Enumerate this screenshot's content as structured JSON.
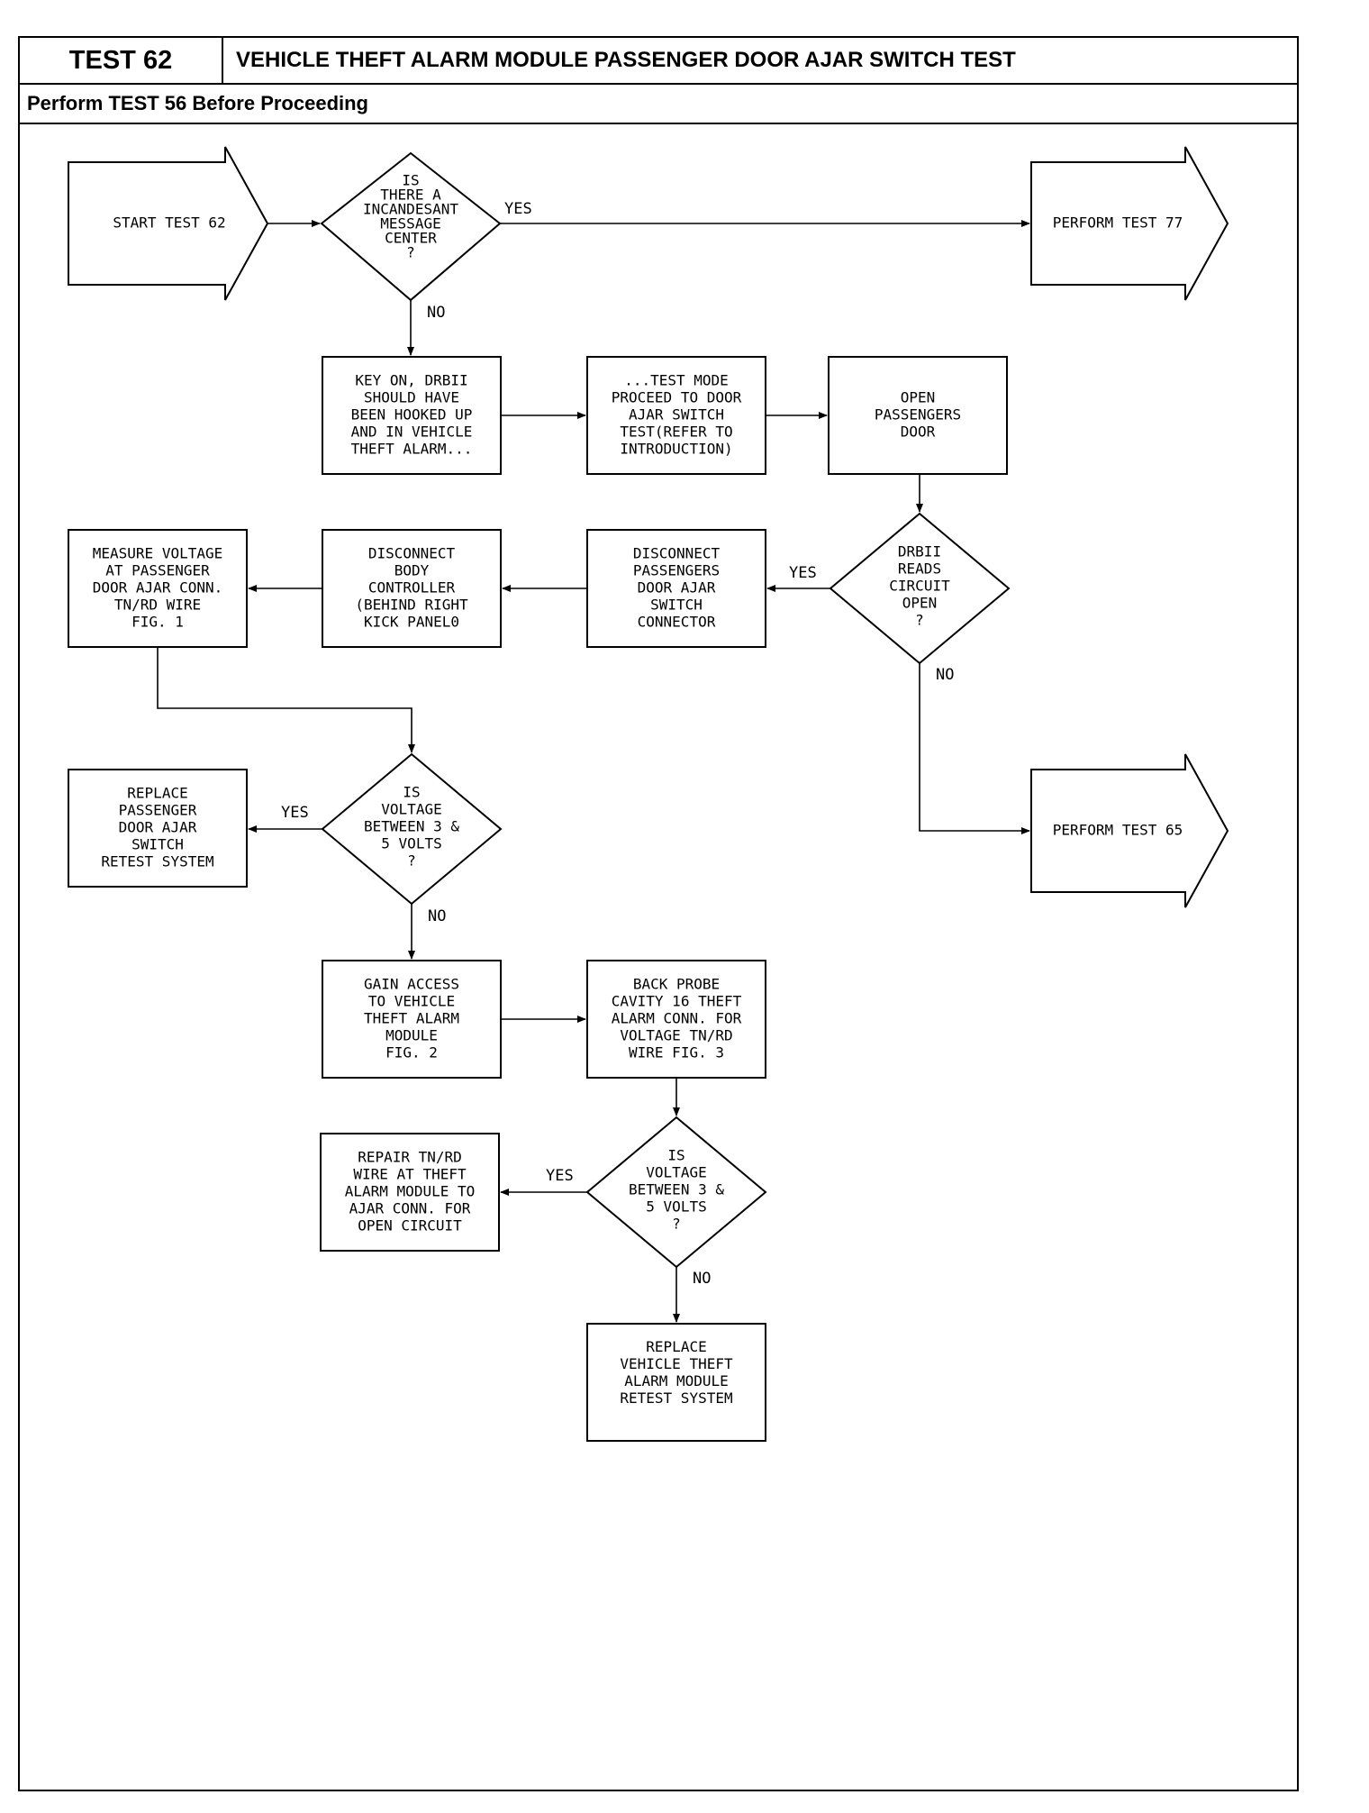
{
  "header": {
    "test_number": "TEST 62",
    "title": "VEHICLE THEFT ALARM MODULE PASSENGER DOOR AJAR SWITCH TEST",
    "subtitle": "Perform TEST 56 Before Proceeding"
  },
  "nodes": {
    "start": [
      "START TEST 62"
    ],
    "d1": [
      "IS",
      "THERE A",
      "INCANDESANT",
      "MESSAGE",
      "CENTER",
      "?"
    ],
    "perform77": [
      "PERFORM TEST 77"
    ],
    "keyon": [
      "KEY ON, DRBII",
      "SHOULD HAVE",
      "BEEN HOOKED UP",
      "AND IN VEHICLE",
      "THEFT ALARM..."
    ],
    "testmode": [
      "...TEST MODE",
      "PROCEED TO DOOR",
      "AJAR SWITCH",
      "TEST(REFER TO",
      "INTRODUCTION)"
    ],
    "opendoor": [
      "OPEN",
      "PASSENGERS",
      "DOOR"
    ],
    "d2": [
      "DRBII",
      "READS",
      "CIRCUIT",
      "OPEN",
      "?"
    ],
    "discsw": [
      "DISCONNECT",
      "PASSENGERS",
      "DOOR AJAR",
      "SWITCH",
      "CONNECTOR"
    ],
    "discbc": [
      "DISCONNECT",
      "BODY",
      "CONTROLLER",
      "(BEHIND RIGHT",
      "KICK PANEL0"
    ],
    "measure": [
      "MEASURE VOLTAGE",
      "AT PASSENGER",
      "DOOR AJAR CONN.",
      "TN/RD WIRE",
      "FIG. 1"
    ],
    "perform65": [
      "PERFORM TEST 65"
    ],
    "d3": [
      "IS",
      "VOLTAGE",
      "BETWEEN 3 &",
      "5 VOLTS",
      "?"
    ],
    "replsw": [
      "REPLACE",
      "PASSENGER",
      "DOOR AJAR",
      "SWITCH",
      "RETEST SYSTEM"
    ],
    "gain": [
      "GAIN ACCESS",
      "TO VEHICLE",
      "THEFT ALARM",
      "MODULE",
      "FIG. 2"
    ],
    "probe": [
      "BACK PROBE",
      "CAVITY 16 THEFT",
      "ALARM CONN. FOR",
      "VOLTAGE TN/RD",
      "WIRE FIG. 3"
    ],
    "d4": [
      "IS",
      "VOLTAGE",
      "BETWEEN 3 &",
      "5 VOLTS",
      "?"
    ],
    "repair": [
      "REPAIR TN/RD",
      "WIRE AT THEFT",
      "ALARM MODULE TO",
      "AJAR CONN. FOR",
      "OPEN CIRCUIT"
    ],
    "replmod": [
      "REPLACE",
      "VEHICLE THEFT",
      "ALARM MODULE",
      "RETEST SYSTEM"
    ]
  },
  "edge_labels": {
    "d1_yes": "YES",
    "d1_no": "NO",
    "d2_yes": "YES",
    "d2_no": "NO",
    "d3_yes": "YES",
    "d3_no": "NO",
    "d4_yes": "YES",
    "d4_no": "NO"
  }
}
